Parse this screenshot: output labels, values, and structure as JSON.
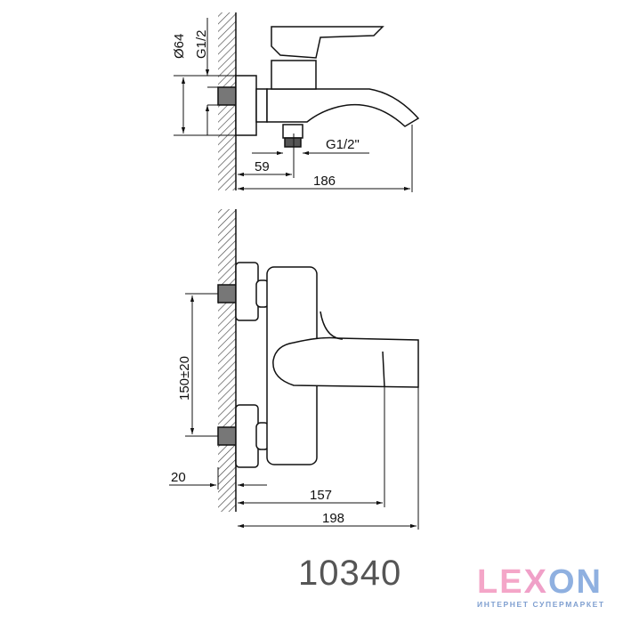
{
  "top_view": {
    "dim_diameter": "Ø64",
    "dim_thread_wall": "G1/2",
    "dim_thread_outlet": "G1/2\"",
    "dim_offset": "59",
    "dim_length": "186"
  },
  "front_view": {
    "dim_spacing": "150±20",
    "dim_wall_offset": "20",
    "dim_handle_reach": "157",
    "dim_total": "198"
  },
  "model_number": "10340",
  "logo": {
    "letters": [
      "L",
      "E",
      "X",
      "O",
      "N"
    ],
    "subtitle": "ИНТЕРНЕТ СУПЕРМАРКЕТ",
    "colors": {
      "pink": "#f4a6c8",
      "blue": "#8fb0e0"
    }
  }
}
